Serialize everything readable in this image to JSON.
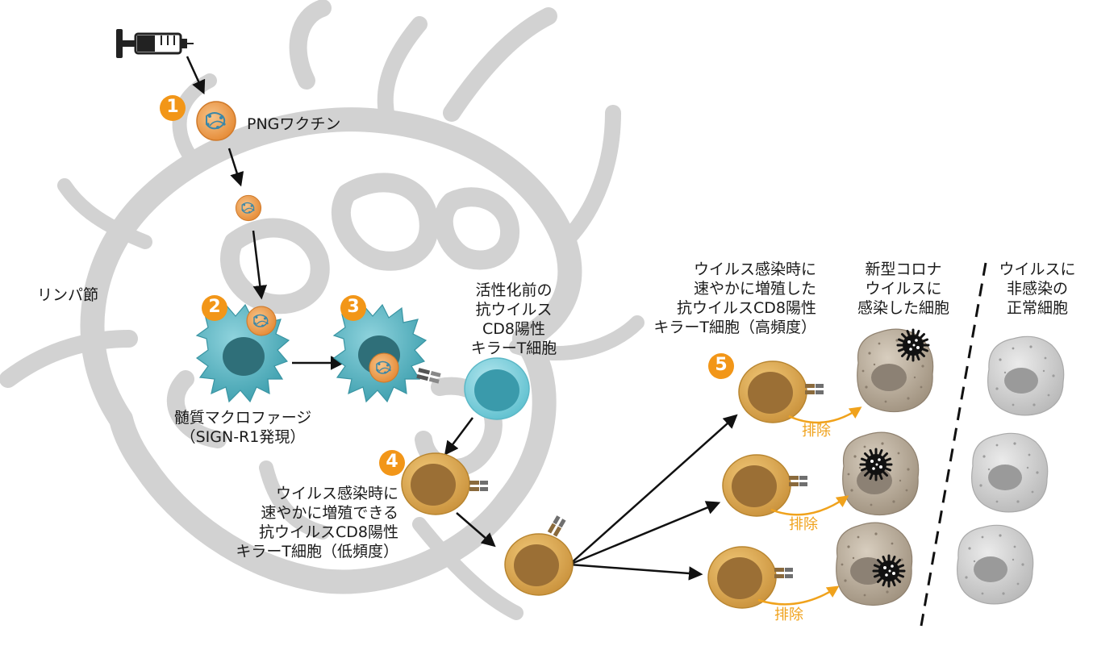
{
  "colors": {
    "lymph": "#d4d4d4",
    "step": "#f29618",
    "macrophage": "#5cb8c6",
    "naive_t": "#79cbd9",
    "killer_t": "#d7a553",
    "infected": "#b8aa99",
    "normal": "#cfcfcf",
    "eliminate": "#f0a21c"
  },
  "steps": [
    "1",
    "2",
    "3",
    "4",
    "5"
  ],
  "labels": {
    "vaccine": "PNGワクチン",
    "lymph_node": "リンパ節",
    "macrophage": [
      "髄質マクロファージ",
      "（SIGN-R1発現）"
    ],
    "naive_t": [
      "活性化前の",
      "抗ウイルス",
      "CD8陽性",
      "キラーT細胞"
    ],
    "low_freq": [
      "ウイルス感染時に",
      "速やかに増殖できる",
      "抗ウイルスCD8陽性",
      "キラーT細胞（低頻度）"
    ],
    "high_freq": [
      "ウイルス感染時に",
      "速やかに増殖した",
      "抗ウイルスCD8陽性",
      "キラーT細胞（高頻度）"
    ],
    "infected": [
      "新型コロナ",
      "ウイルスに",
      "感染した細胞"
    ],
    "normal": [
      "ウイルスに",
      "非感染の",
      "正常細胞"
    ],
    "eliminate": "排除"
  }
}
